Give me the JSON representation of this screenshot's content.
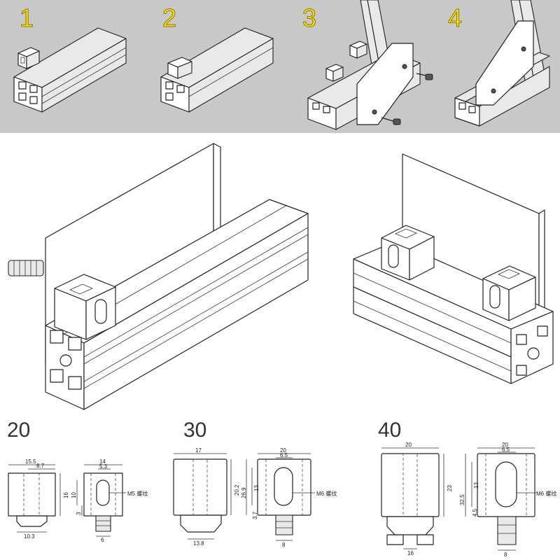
{
  "steps": [
    "1",
    "2",
    "3",
    "4"
  ],
  "colors": {
    "banner": "#c8c8c8",
    "step_label": "#ffe400",
    "line": "#222222"
  },
  "drawings": [
    {
      "title": "20",
      "side": {
        "w": "15.5",
        "w2": "8.7",
        "h": "16",
        "base": "10.3"
      },
      "front": {
        "w": "14",
        "w2": "5.3",
        "h": "10",
        "h2": "3",
        "slot": "6",
        "bolt": "M5 螺纹"
      }
    },
    {
      "title": "30",
      "side": {
        "w": "17",
        "h": "20.2",
        "base": "13.8"
      },
      "front": {
        "w": "20",
        "w2": "6.5",
        "h": "26.9",
        "h2": "13",
        "h3": "3.7",
        "slot": "8",
        "bolt": "M6 螺纹"
      }
    },
    {
      "title": "40",
      "side": {
        "w": "20",
        "h": "23",
        "base": "16"
      },
      "front": {
        "w": "20",
        "w2": "6.5",
        "h": "32.5",
        "h2": "13",
        "h3": "4.5",
        "slot": "8",
        "bolt": "M6 螺纹"
      }
    }
  ]
}
